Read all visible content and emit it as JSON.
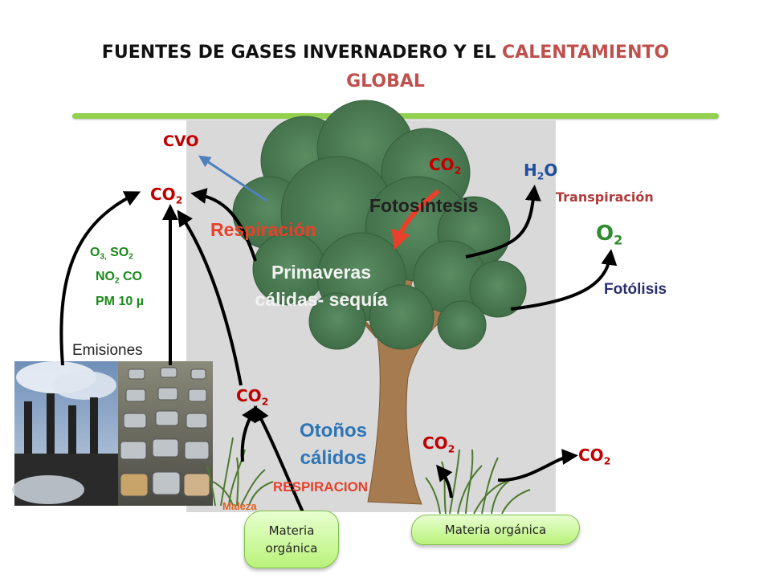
{
  "title": {
    "part1": "FUENTES DE GASES INVERNADERO Y EL",
    "part2": "CALENTAMIENTO",
    "part3": "GLOBAL"
  },
  "labels": {
    "cvo": "CVO",
    "co2_base": "CO",
    "co2_sub": "2",
    "h2o_h": "H",
    "h2o_sub": "2",
    "h2o_o": "O",
    "o2_base": "O",
    "o2_sub": "2",
    "transpiracion": "Transpiración",
    "fotosintesis": "Fotosíntesis",
    "respiracion": "Respiración",
    "primaveras_line1": "Primaveras",
    "primaveras_line2": "cálidas- sequía",
    "fotolisis": "Fotólisis",
    "emisiones": "Emisiones",
    "otonos_line1": "Otoños",
    "otonos_line2": "cálidos",
    "respiracion_caps": "RESPIRACION",
    "maleza": "Maleza",
    "materia_line1": "Materia",
    "materia_line2": "orgánica",
    "materia_organica": "Materia orgánica"
  },
  "pollutants": {
    "line1_a": "O",
    "line1_a_sub": "3,",
    "line1_b": " SO",
    "line1_b_sub": "2",
    "line2_a": "NO",
    "line2_a_sub": "2",
    "line2_b": " CO",
    "line3": "PM 10 µ"
  },
  "colors": {
    "title_red": "#c0504d",
    "accent_rule": "#92d050",
    "co2_red": "#c00000",
    "respiracion": "#e8402a",
    "blue_label": "#1f4e9e",
    "green_label": "#2e8b2e",
    "transpiracion": "#b03a3a",
    "maleza": "#e06020"
  }
}
